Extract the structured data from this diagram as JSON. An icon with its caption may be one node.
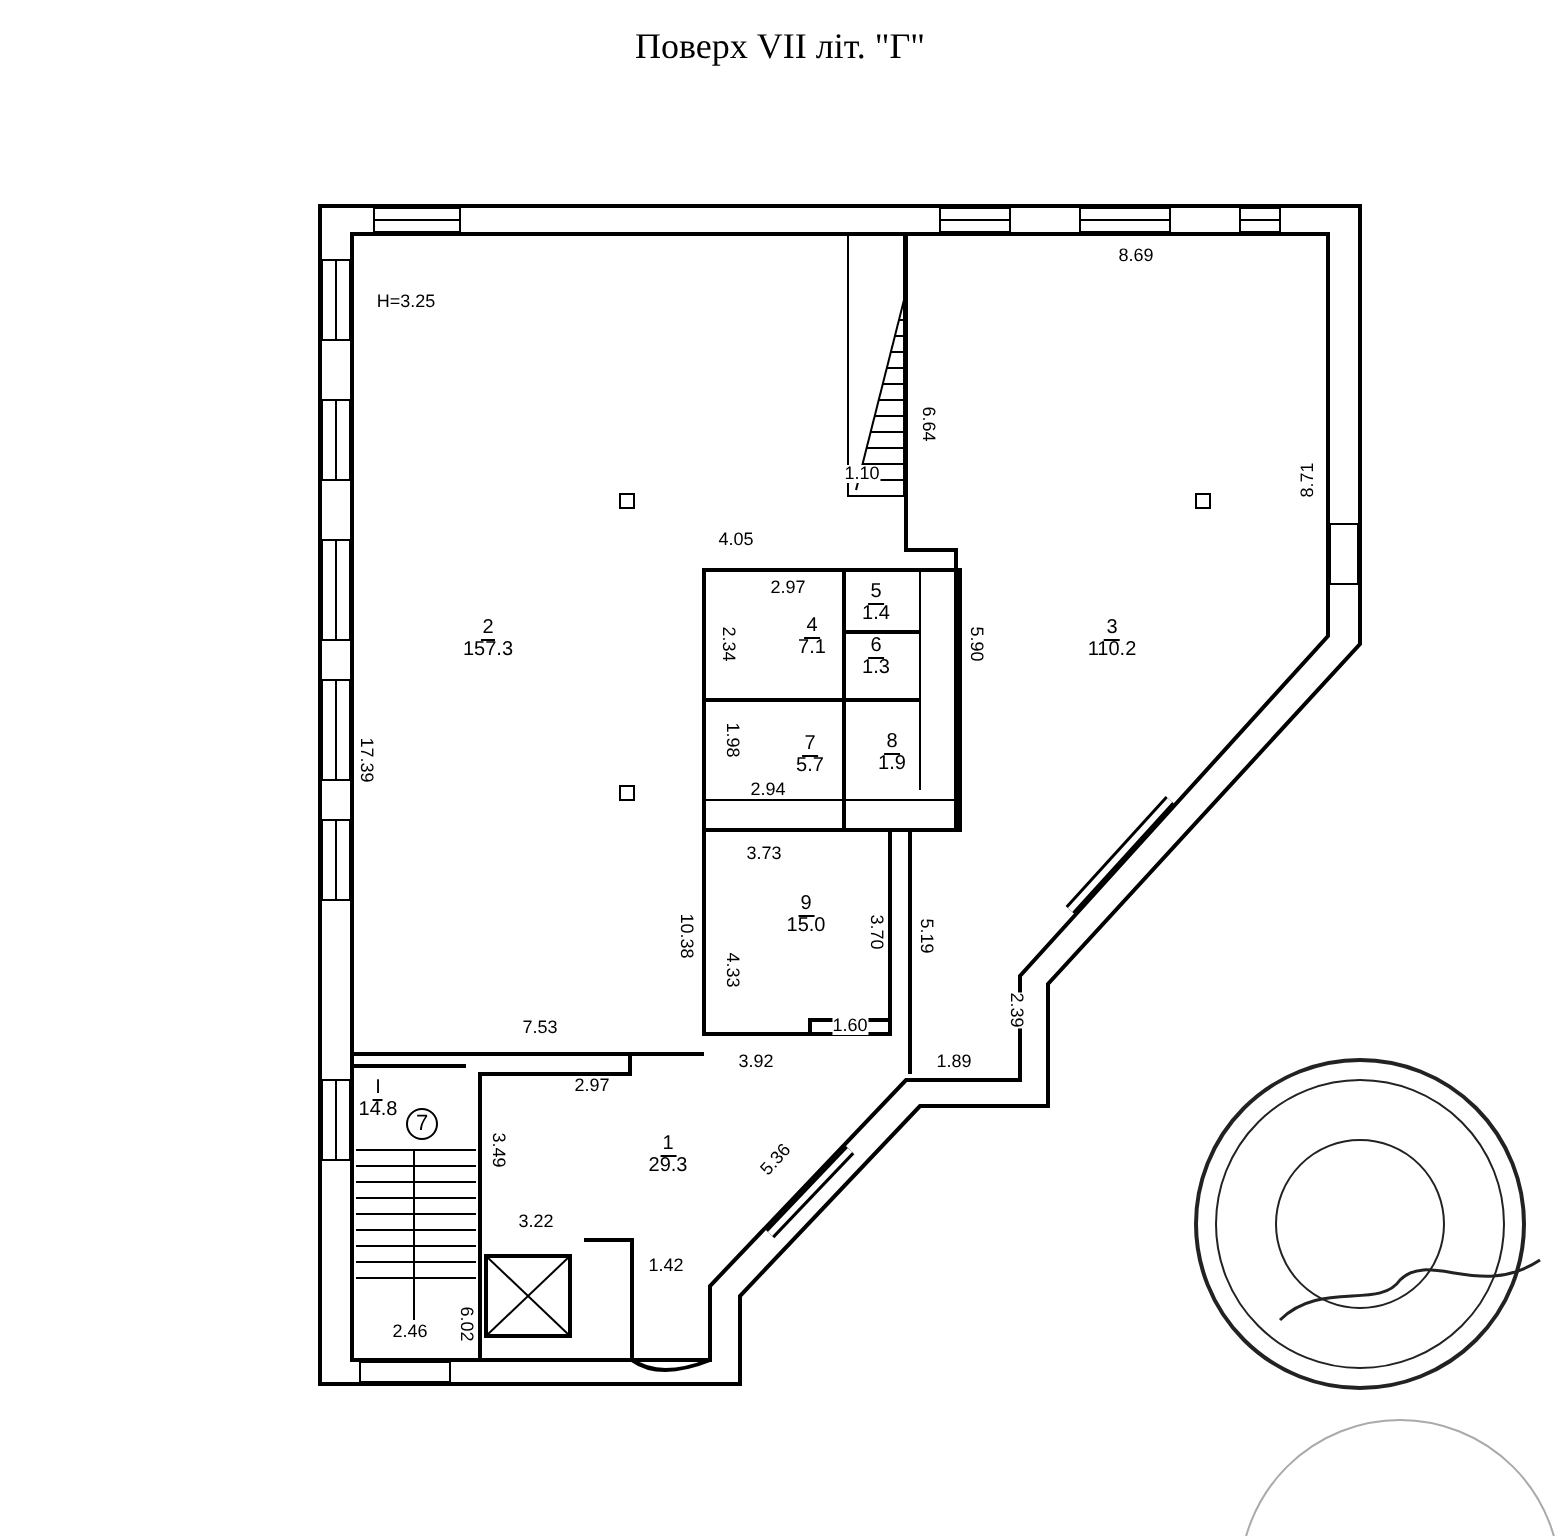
{
  "diagram": {
    "title": "Поверх VII  літ. \"Г\"",
    "nodes": [
      {
        "text": [
          "2",
          "157.3"
        ]
      },
      {
        "text": [
          "3",
          "110.2"
        ]
      },
      {
        "text": [
          "4",
          "7.1"
        ]
      },
      {
        "text": [
          "5",
          "1.4"
        ]
      },
      {
        "text": [
          "6",
          "1.3"
        ]
      },
      {
        "text": [
          "7",
          "5.7"
        ]
      },
      {
        "text": [
          "8",
          "1.9"
        ]
      },
      {
        "text": [
          "9",
          "15.0"
        ]
      },
      {
        "text": [
          "I",
          "14.8"
        ]
      },
      {
        "text": [
          "1",
          "29.3"
        ]
      }
    ],
    "labels": [
      "H=3.25",
      "8.69",
      "6.64",
      "1.10",
      "8.71",
      "4.05",
      "2.97",
      "2.34",
      "5.90",
      "1.98",
      "2.94",
      "17.39",
      "3.73",
      "10.38",
      "4.33",
      "3.70",
      "5.19",
      "2.39",
      "7.53",
      "3.92",
      "1.60",
      "1.89",
      "7",
      "2.97",
      "3.49",
      "5.36",
      "3.22",
      "1.42",
      "2.46",
      "6.02"
    ]
  }
}
